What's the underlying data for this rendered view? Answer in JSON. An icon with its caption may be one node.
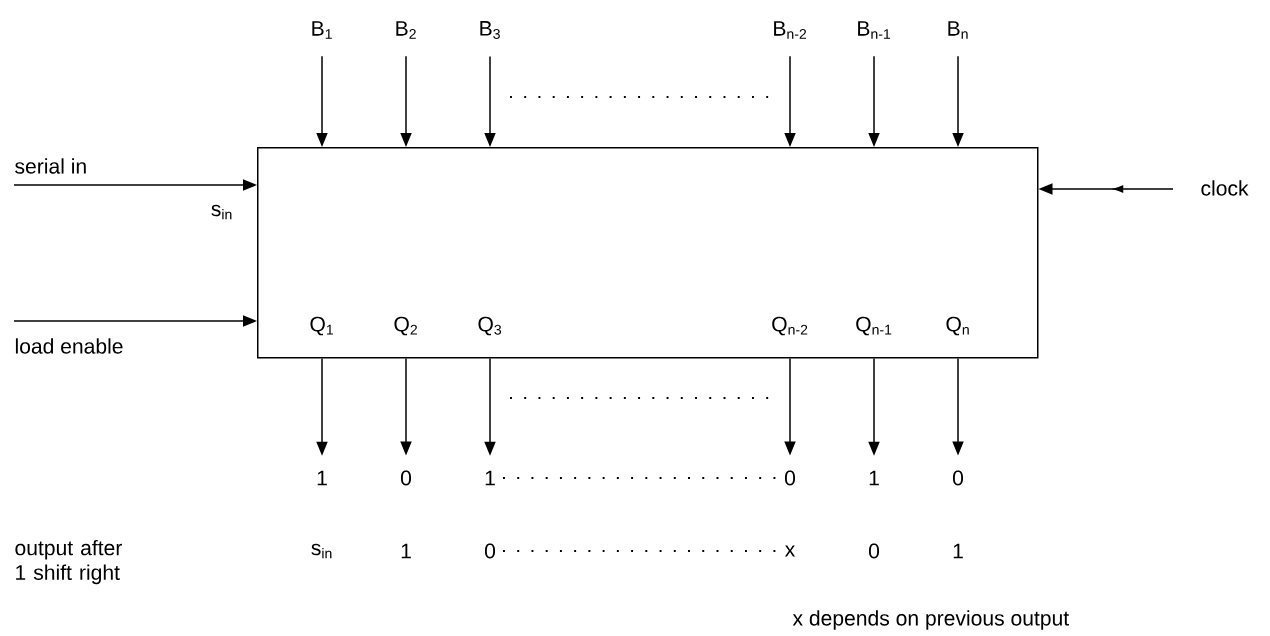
{
  "diagram": {
    "nodes": [
      {
        "text": [
          "Q$_{1}$",
          "Q$_{2}$",
          "Q$_{3}$",
          "Q$_{n-2}$",
          "Q$_{n-1}$",
          "Q$_{n}$"
        ]
      },
      {
        "text": [
          "B$_{1}$"
        ]
      },
      {
        "text": [
          "B$_{2}$"
        ]
      },
      {
        "text": [
          "B$_{3}$"
        ]
      },
      {
        "text": [
          "B$_{n-2}$"
        ]
      },
      {
        "text": [
          "B$_{n-1}$"
        ]
      },
      {
        "text": [
          "B$_{n}$"
        ]
      },
      {
        "text": [
          "serial in"
        ]
      },
      {
        "text": [
          "load enable"
        ]
      },
      {
        "text": [
          "clock"
        ]
      },
      {
        "text": [
          "1"
        ]
      },
      {
        "text": [
          "0"
        ]
      },
      {
        "text": [
          "1"
        ]
      },
      {
        "text": [
          "0"
        ]
      },
      {
        "text": [
          "1"
        ]
      },
      {
        "text": [
          "0"
        ]
      }
    ],
    "edges": [
      {
        "from": 1,
        "to": 0,
        "arrow": "to"
      },
      {
        "from": 2,
        "to": 0,
        "arrow": "to"
      },
      {
        "from": 3,
        "to": 0,
        "arrow": "to"
      },
      {
        "from": 4,
        "to": 0,
        "arrow": "to"
      },
      {
        "from": 5,
        "to": 0,
        "arrow": "to"
      },
      {
        "from": 6,
        "to": 0,
        "arrow": "to"
      },
      {
        "from": 7,
        "to": 0,
        "arrow": "to"
      },
      {
        "from": 8,
        "to": 0,
        "arrow": "to"
      },
      {
        "from": 9,
        "to": 0,
        "arrow": "to"
      },
      {
        "from": 0,
        "to": 10,
        "arrow": "to"
      },
      {
        "from": 0,
        "to": 11,
        "arrow": "to"
      },
      {
        "from": 0,
        "to": 12,
        "arrow": "to"
      },
      {
        "from": 0,
        "to": 13,
        "arrow": "to"
      },
      {
        "from": 0,
        "to": 14,
        "arrow": "to"
      },
      {
        "from": 0,
        "to": 15,
        "arrow": "to"
      }
    ],
    "labels": [
      "s$_{in}$",
      "output after 1 shift right",
      "s$_{in}$",
      "1",
      "0",
      "x",
      "0",
      "1",
      "x depends on previous output"
    ]
  }
}
